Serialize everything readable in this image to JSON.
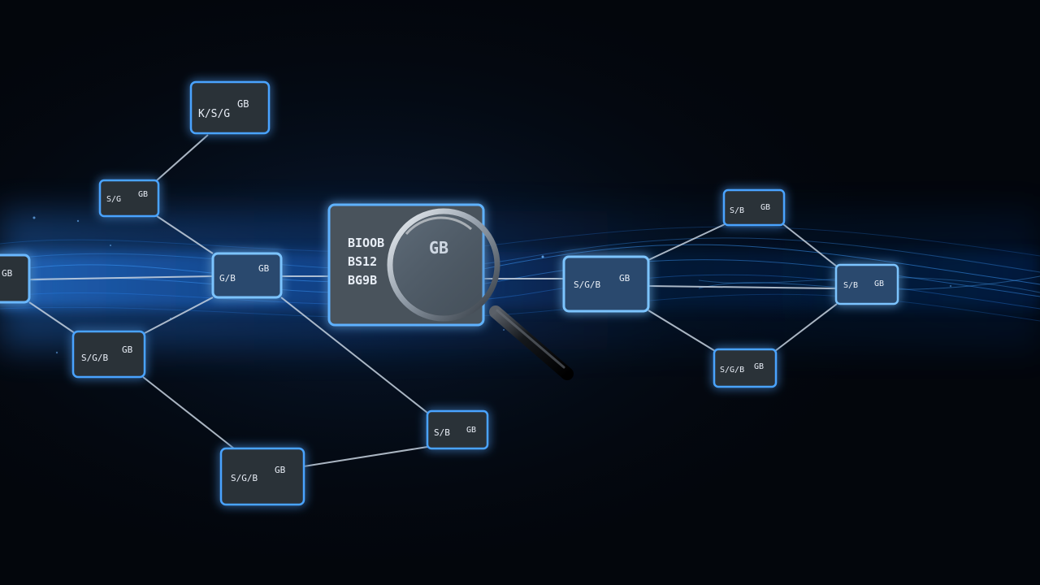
{
  "scene": {
    "subject": "network-graph-with-magnifier",
    "colors": {
      "background": "#03060c",
      "glow": "#1e7bff",
      "card_fill": "#2b3139",
      "card_border": "#4aa3ff",
      "line": "#c8d3e0",
      "text": "#e8eef6"
    }
  },
  "nodes": [
    {
      "id": "n1",
      "label_a": "K/S/G",
      "label_b": "GB"
    },
    {
      "id": "n2",
      "label_a": "S/G",
      "label_b": "GB"
    },
    {
      "id": "n3",
      "label_a": "GB",
      "label_b": ""
    },
    {
      "id": "n4",
      "label_a": "G/B",
      "label_b": "GB"
    },
    {
      "id": "n5",
      "label_a": "S/G/B",
      "label_b": "GB"
    },
    {
      "id": "n6",
      "label_a": "S/G/B",
      "label_b": "GB"
    },
    {
      "id": "n7",
      "label_a": "S/B",
      "label_b": "GB"
    },
    {
      "id": "n8",
      "label_a": "BIOOB",
      "label_b": "GB",
      "label_c": "BS12",
      "label_d": "BG9B"
    },
    {
      "id": "n9",
      "label_a": "S/G/B",
      "label_b": "GB"
    },
    {
      "id": "n10",
      "label_a": "S/B",
      "label_b": "GB"
    },
    {
      "id": "n11",
      "label_a": "S/B",
      "label_b": "GB"
    },
    {
      "id": "n12",
      "label_a": "S/G/B",
      "label_b": "GB"
    }
  ]
}
